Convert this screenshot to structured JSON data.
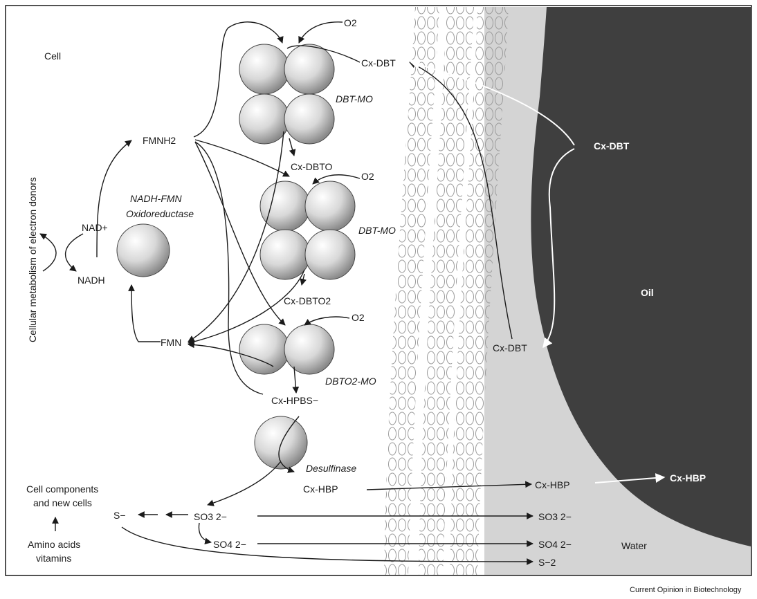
{
  "labels": {
    "cell": "Cell",
    "side_axis": "Cellular metabolism of electron donors",
    "o2_1": "O2",
    "cx_dbt_top": "Cx-DBT",
    "dbt_mo_1": "DBT-MO",
    "cx_dbt_oil": "Cx-DBT",
    "fmnh2": "FMNH2",
    "cx_dbto": "Cx-DBTO",
    "o2_2": "O2",
    "nadh_fmn": "NADH-FMN",
    "oxidoreductase": "Oxidoreductase",
    "nad_plus": "NAD+",
    "dbt_mo_2": "DBT-MO",
    "nadh": "NADH",
    "oil": "Oil",
    "cx_dbto2": "Cx-DBTO2",
    "o2_3": "O2",
    "fmn": "FMN",
    "cx_dbt_bottom": "Cx-DBT",
    "dbto2_mo": "DBTO2-MO",
    "cx_hpbs": "Cx-HPBS−",
    "desulfinase": "Desulfinase",
    "cell_components_1": "Cell components",
    "cell_components_2": "and new cells",
    "cx_hbp_1": "Cx-HBP",
    "cx_hbp_2": "Cx-HBP",
    "cx_hbp_oil": "Cx-HBP",
    "s_minus": "S−",
    "so3_left": "SO3 2−",
    "so3_right": "SO3 2−",
    "amino_1": "Amino acids",
    "amino_2": "vitamins",
    "so4_left": "SO4 2−",
    "so4_right": "SO4 2−",
    "water": "Water",
    "s2": "S−2",
    "credit": "Current Opinion in Biotechnology"
  },
  "colors": {
    "oil": "#3f3f3f",
    "water": "#d4d4d4",
    "enzyme": "#c8c8c8",
    "line": "#1a1a1a"
  }
}
